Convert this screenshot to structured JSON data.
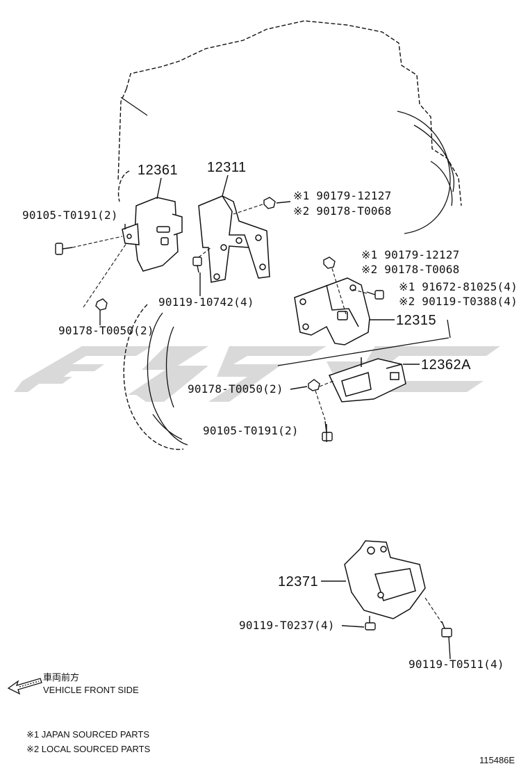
{
  "watermark": {
    "color": "#d9d9d9",
    "icon": "brand-watermark"
  },
  "part_labels": {
    "p12361": "12361",
    "p12311": "12311",
    "bolt_90105_left": "90105-T0191(2)",
    "nut_90178_left": "90178-T0050(2)",
    "bolt_90119_10742": "90119-10742(4)",
    "nut_alt1_top": "※1 90179-12127",
    "nut_alt2_top": "※2 90178-T0068",
    "nut_alt1_mid": "※1 90179-12127",
    "nut_alt2_mid": "※2 90178-T0068",
    "bolt_alt1": "※1 91672-81025(4)",
    "bolt_alt2": "※2 90119-T0388(4)",
    "p12315": "12315",
    "p12362A": "12362A",
    "nut_90178_right": "90178-T0050(2)",
    "bolt_90105_right": "90105-T0191(2)",
    "p12371": "12371",
    "bolt_90119_T0237": "90119-T0237(4)",
    "bolt_90119_T0511": "90119-T0511(4)"
  },
  "direction": {
    "jp": "車両前方",
    "en": "VEHICLE FRONT SIDE",
    "icon": "front-direction-arrow-icon"
  },
  "notes": {
    "n1": "※1 JAPAN SOURCED PARTS",
    "n2": "※2 LOCAL SOURCED PARTS"
  },
  "figure_ref": "115486E"
}
